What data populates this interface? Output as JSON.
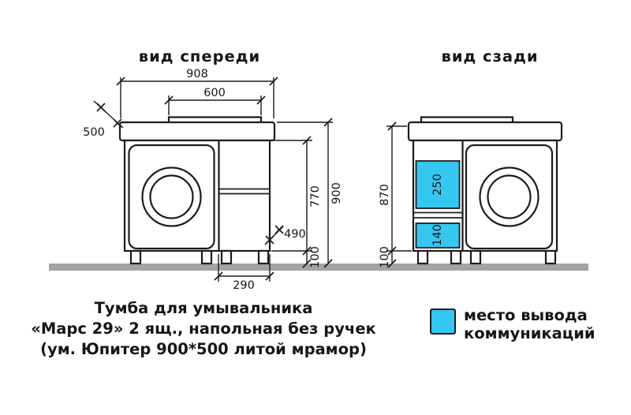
{
  "titles": {
    "front": "вид спереди",
    "back": "вид сзади"
  },
  "front_view": {
    "dim_width_total": "908",
    "dim_basin_width": "600",
    "dim_depth": "500",
    "dim_body_height": "770",
    "dim_total_height": "900",
    "dim_drawer_depth": "490",
    "dim_leg_height": "100",
    "dim_drawer_width": "290"
  },
  "back_view": {
    "dim_height": "870",
    "dim_leg_height": "100",
    "dim_cutout_upper": "250",
    "dim_cutout_lower": "140"
  },
  "legend": {
    "swatch_color": "#35c7f0",
    "line1": "место вывода",
    "line2": "коммуникаций"
  },
  "caption": {
    "line1": "Тумба для умывальника",
    "line2": "«Марс 29» 2 ящ., напольная без ручек",
    "line3": "(ум. Юпитер 900*500 литой мрамор)"
  }
}
